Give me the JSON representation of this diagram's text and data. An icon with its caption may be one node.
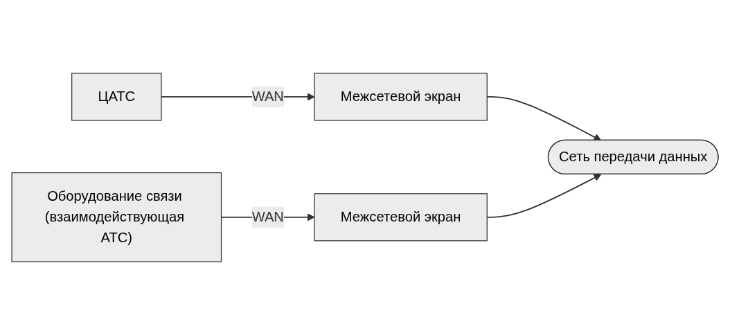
{
  "diagram": {
    "nodes": [
      {
        "text": [
          "ЦАТС"
        ]
      },
      {
        "text": [
          "Межсетевой экран"
        ]
      },
      {
        "text": [
          "Сеть передачи данных"
        ]
      },
      {
        "text": [
          "Оборудование связи (взаимодействующая АТС)"
        ]
      },
      {
        "text": [
          "Межсетевой экран"
        ]
      }
    ],
    "edges": [
      {
        "from": 0,
        "to": 1,
        "arrow": "to",
        "label": "WAN"
      },
      {
        "from": 1,
        "to": 2,
        "arrow": "to"
      },
      {
        "from": 3,
        "to": 4,
        "arrow": "to",
        "label": "WAN"
      },
      {
        "from": 4,
        "to": 2,
        "arrow": "to"
      }
    ]
  }
}
